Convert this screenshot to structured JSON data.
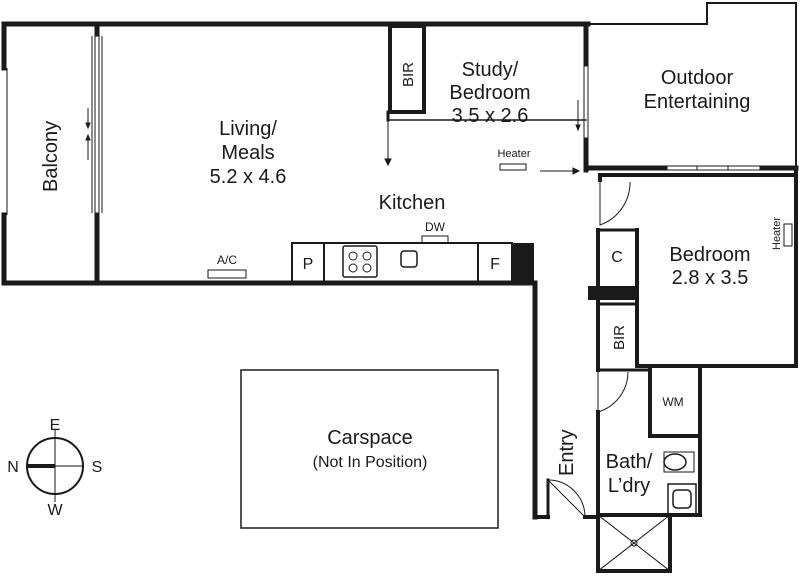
{
  "rooms": {
    "balcony": "Balcony",
    "living_line1": "Living/",
    "living_line2": "Meals",
    "living_dims": "5.2 x 4.6",
    "study_line1": "Study/",
    "study_line2": "Bedroom",
    "study_dims": "3.5 x 2.6",
    "outdoor_line1": "Outdoor",
    "outdoor_line2": "Entertaining",
    "kitchen": "Kitchen",
    "bedroom": "Bedroom",
    "bedroom_dims": "2.8 x 3.5",
    "entry": "Entry",
    "bath_line1": "Bath/",
    "bath_line2": "L’dry",
    "carspace": "Carspace",
    "carspace_note": "(Not In Position)"
  },
  "fixtures": {
    "bir": "BIR",
    "heater": "Heater",
    "dishwasher": "DW",
    "aircon": "A/C",
    "pantry": "P",
    "fridge": "F",
    "cupboard": "C",
    "washing_machine": "WM"
  },
  "compass": {
    "east": "E",
    "north": "N",
    "south": "S",
    "west": "W"
  },
  "colors": {
    "wall": "#1a1a1a",
    "background": "#ffffff"
  }
}
